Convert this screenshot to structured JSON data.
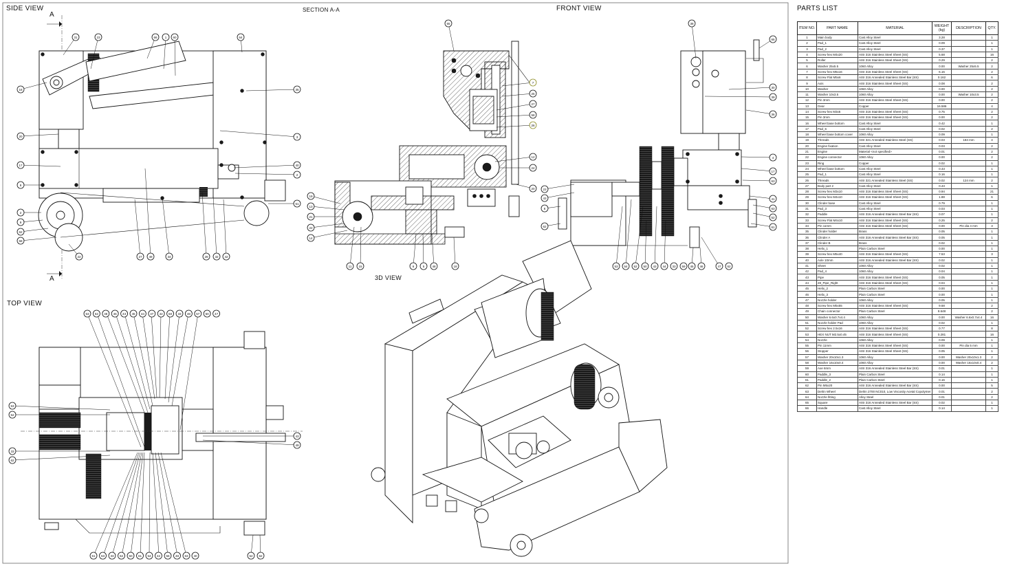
{
  "views": {
    "side": "SIDE VIEW",
    "section": "SECTION A-A",
    "front": "FRONT VIEW",
    "top": "TOP VIEW",
    "iso": "3D VIEW",
    "parts_list": "PARTS LIST"
  },
  "section_marks": {
    "top": "A",
    "bottom": "A"
  },
  "balloons": {
    "side": [
      "31",
      "23",
      "66",
      "1",
      "60",
      "64",
      "16",
      "35",
      "3",
      "20",
      "17",
      "8",
      "2",
      "9",
      "62",
      "58",
      "22",
      "40",
      "2",
      "51",
      "27",
      "49",
      "34",
      "28",
      "32",
      "42"
    ],
    "section": [
      "55",
      "7",
      "25",
      "27",
      "58",
      "26",
      "12",
      "24",
      "20",
      "19",
      "13",
      "21",
      "22",
      "14",
      "11",
      "15",
      "6",
      "5",
      "18"
    ],
    "front": [
      "38",
      "65",
      "30",
      "39",
      "36",
      "4",
      "17",
      "63",
      "23",
      "43",
      "8",
      "62",
      "41",
      "63",
      "52",
      "61",
      "53",
      "54",
      "52",
      "50",
      "43",
      "44",
      "45",
      "46",
      "47",
      "48",
      "33",
      "59",
      "62"
    ],
    "top_top": [
      "53",
      "52",
      "48",
      "46",
      "43",
      "45",
      "44",
      "47",
      "42",
      "50",
      "33",
      "48",
      "57",
      "50",
      "47"
    ],
    "top_left": [
      "53",
      "52",
      "33",
      "62"
    ],
    "top_right": [
      "43",
      "49"
    ],
    "top_bottom": [
      "51",
      "53",
      "33",
      "52",
      "50",
      "61",
      "54",
      "42",
      "56",
      "48",
      "63",
      "40",
      "52",
      "62"
    ]
  },
  "parts_list": {
    "headers": {
      "item": "ITEM NO.",
      "name": "PART NAME",
      "material": "MATERIAL",
      "weight": "WEIGHT\n(kg)",
      "desc": "DESCRIPTION",
      "qty": "QTY."
    },
    "rows": [
      [
        "1",
        "Main body",
        "Cast Alloy Steel",
        "3.28",
        "",
        "1"
      ],
      [
        "2",
        "Pad_1",
        "Cast Alloy Steel",
        "0.09",
        "",
        "1"
      ],
      [
        "3",
        "Pad_2",
        "Cast Alloy Steel",
        "0.37",
        "",
        "1"
      ],
      [
        "4",
        "Screw hex M4x20",
        "AISI 316 Stainless Steel Sheet (SS)",
        "5.68",
        "",
        "16"
      ],
      [
        "5",
        "Roller",
        "AISI 316 Stainless Steel Sheet (SS)",
        "0.29",
        "",
        "2"
      ],
      [
        "6",
        "Washer 25x5.5",
        "1060 Alloy",
        "0.00",
        "Washer 25x5.5",
        "2"
      ],
      [
        "7",
        "Screw hex M6x16",
        "AISI 316 Stainless Steel Sheet (SS)",
        "6.15",
        "",
        "2"
      ],
      [
        "8",
        "Screw Flat M5x6",
        "AISI 316 Annealed Stainless Steel Bar (SS)",
        "0.162",
        "",
        "6"
      ],
      [
        "9",
        "Axis",
        "AISI 316 Stainless Steel Sheet (SS)",
        "0.08",
        "",
        "2"
      ],
      [
        "10",
        "Washer",
        "1060 Alloy",
        "0.00",
        "",
        "2"
      ],
      [
        "11",
        "Washer 10x3.5",
        "1060 Alloy",
        "0.00",
        "Washer 10x3.5",
        "2"
      ],
      [
        "12",
        "Pin 3mm",
        "AISI 316 Stainless Steel Sheet (SS)",
        "0.00",
        "",
        "2"
      ],
      [
        "13",
        "Gear",
        "Copper",
        "16.586",
        "",
        "4"
      ],
      [
        "14",
        "Screw hex M3x6",
        "AISI 316 Stainless Steel Sheet (SS)",
        "0.75",
        "",
        "2"
      ],
      [
        "15",
        "Pin 3mm",
        "AISI 316 Stainless Steel Sheet (SS)",
        "0.00",
        "",
        "2"
      ],
      [
        "16",
        "Wheel base bottom",
        "Cast Alloy Steel",
        "0.42",
        "",
        "1"
      ],
      [
        "17",
        "Pad_6",
        "Cast Alloy Steel",
        "0.02",
        "",
        "2"
      ],
      [
        "18",
        "Wheel base bottom cover",
        "1060 Alloy",
        "0.09",
        "",
        "1"
      ],
      [
        "19",
        "Threads",
        "AISI 321 Annealed Stainless Steel (SS)",
        "0.03",
        "184 mm",
        "4"
      ],
      [
        "20",
        "Engine fixation",
        "Cast Alloy Steel",
        "0.03",
        "",
        "2"
      ],
      [
        "21",
        "Engine",
        "Material <not specified>",
        "0.01",
        "",
        "2"
      ],
      [
        "22",
        "Engine connector",
        "1060 Alloy",
        "0.00",
        "",
        "2"
      ],
      [
        "23",
        "Ring",
        "Copper",
        "0.02",
        "",
        "1"
      ],
      [
        "24",
        "Wheel base bottom",
        "Cast Alloy Steel",
        "0.43",
        "",
        "1"
      ],
      [
        "25",
        "Pad_1",
        "Cast Alloy Steel",
        "0.16",
        "",
        "1"
      ],
      [
        "26",
        "Threads",
        "AISI 321 Annealed Stainless Steel (SS)",
        "0.02",
        "124 mm",
        "2"
      ],
      [
        "27",
        "Body part 2",
        "Cast Alloy Steel",
        "0.43",
        "",
        "1"
      ],
      [
        "28",
        "Screw hex M3x10",
        "AISI 316 Stainless Steel Sheet (SS)",
        "0.94",
        "",
        "21"
      ],
      [
        "29",
        "Screw hex M4x10",
        "AISI 316 Stainless Steel Sheet (SS)",
        "1.88",
        "",
        "6"
      ],
      [
        "30",
        "Clinder base",
        "Cast Alloy Steel",
        "0.79",
        "",
        "1"
      ],
      [
        "31",
        "Pad_3",
        "Cast Alloy Steel",
        "0.03",
        "",
        "1"
      ],
      [
        "32",
        "Paddle",
        "AISI 316 Annealed Stainless Steel Bar (SS)",
        "0.07",
        "",
        "1"
      ],
      [
        "33",
        "Screw Flat M4x10",
        "AISI 316 Stainless Steel Sheet (SS)",
        "0.25",
        "",
        "2"
      ],
      [
        "34",
        "Pin 11mm",
        "AISI 316 Stainless Steel Sheet (SS)",
        "0.00",
        "Pin dia 4 mm",
        "3"
      ],
      [
        "35",
        "Clinder holder",
        "Brass",
        "0.05",
        "",
        "1"
      ],
      [
        "36",
        "Clinder A",
        "AISI 316 Annealed Stainless Steel Bar (SS)",
        "0.05",
        "",
        "1"
      ],
      [
        "37",
        "Clinder B",
        "Brass",
        "0.02",
        "",
        "1"
      ],
      [
        "38",
        "Helix_1",
        "Plain Carbon Steel",
        "0.00",
        "",
        "1"
      ],
      [
        "39",
        "Screw hex M5x40",
        "AISI 316 Stainless Steel Sheet (SS)",
        "7.53",
        "",
        "3"
      ],
      [
        "40",
        "Axle 10mm",
        "AISI 316 Annealed Stainless Steel Bar (SS)",
        "0.02",
        "",
        "1"
      ],
      [
        "41",
        "Sheet",
        "1060 Alloy",
        "0.02",
        "",
        "1"
      ],
      [
        "42",
        "Pad_4",
        "1060 Alloy",
        "0.04",
        "",
        "1"
      ],
      [
        "43",
        "Pipe",
        "AISI 316 Stainless Steel Sheet (SS)",
        "0.05",
        "",
        "1"
      ],
      [
        "44",
        "28_Pipe_Right",
        "AISI 316 Stainless Steel Sheet (SS)",
        "0.04",
        "",
        "1"
      ],
      [
        "45",
        "Helix_2",
        "Plain Carbon Steel",
        "0.00",
        "",
        "1"
      ],
      [
        "46",
        "Helix_3",
        "Plain Carbon Steel",
        "0.00",
        "",
        "1"
      ],
      [
        "47",
        "Nozzle holder",
        "1060 Alloy",
        "0.05",
        "",
        "1"
      ],
      [
        "48",
        "Screw hex M5x55",
        "AISI 316 Stainless Steel Sheet (SS)",
        "9.68",
        "",
        "2"
      ],
      [
        "49",
        "Chain connector",
        "Plain Carbon Steel",
        "8.648",
        "",
        "2"
      ],
      [
        "50",
        "Washer 6.6x0.7x4.4",
        "1060 Alloy",
        "0.00",
        "Washer 6.6x0.7x4.4",
        "16"
      ],
      [
        "51",
        "Nozzle holder Pad",
        "1060 Alloy",
        "0.02",
        "",
        "1"
      ],
      [
        "52",
        "Screw hex 2.5x16",
        "AISI 316 Stainless Steel Sheet (SS)",
        "0.77",
        "",
        "8"
      ],
      [
        "53",
        "HEX NUT M2.5x0.45",
        "AISI 316 Stainless Steel Sheet (SS)",
        "0.281",
        "",
        "16"
      ],
      [
        "54",
        "Nozzle",
        "1060 Alloy",
        "0.09",
        "",
        "1"
      ],
      [
        "55",
        "Pin 11mm",
        "AISI 316 Stainless Steel Sheet (SS)",
        "0.00",
        "Pin dia 5 mm",
        "1"
      ],
      [
        "56",
        "Stopper",
        "AISI 316 Stainless Steel Sheet (SS)",
        "0.05",
        "",
        "1"
      ],
      [
        "57",
        "Washer 20x10x1.3",
        "1060 Alloy",
        "0.00",
        "Washer 20x10x1.3",
        "2"
      ],
      [
        "58",
        "Washer 16x10x0.4",
        "1060 Alloy",
        "0.00",
        "Washer 16x10x0.4",
        "2"
      ],
      [
        "59",
        "Axe 6mm",
        "AISI 316 Annealed Stainless Steel Bar (SS)",
        "0.01",
        "",
        "1"
      ],
      [
        "60",
        "Paddle_3",
        "Plain Carbon Steel",
        "0.14",
        "",
        "1"
      ],
      [
        "61",
        "Paddle_2",
        "Plain Carbon Steel",
        "0.16",
        "",
        "1"
      ],
      [
        "62",
        "Pin M5x20",
        "AISI 316 Annealed Stainless Steel Bar (SS)",
        "0.00",
        "",
        "5"
      ],
      [
        "63",
        "Delrin Wheel",
        "Delrin 2700 NC010, Low Viscosity Acetal Copolymer (SS)",
        "0.01",
        "",
        "2"
      ],
      [
        "64",
        "Nozzle fitting",
        "Alloy Steel",
        "0.01",
        "",
        "2"
      ],
      [
        "65",
        "Square",
        "AISI 316 Annealed Stainless Steel Bar (SS)",
        "0.02",
        "",
        "1"
      ],
      [
        "66",
        "Handle",
        "Cast Alloy Steel",
        "0.14",
        "",
        "1"
      ]
    ]
  }
}
